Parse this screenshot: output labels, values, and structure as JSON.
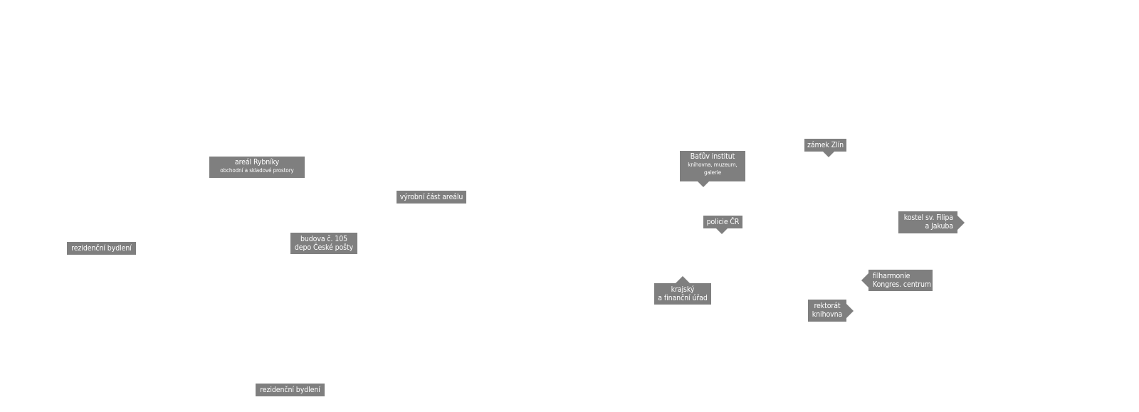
{
  "labels": {
    "areal_rybniky": {
      "title": "areál Rybníky",
      "subtitle": "obchodní a skladové prostory"
    },
    "vyrobni_cast": {
      "title": "výrobní část areálu"
    },
    "rezidencni_1": {
      "title": "rezidenční bydlení"
    },
    "budova_105": {
      "line1": "budova č. 105",
      "line2": "depo České pošty"
    },
    "rezidencni_2": {
      "title": "rezidenční bydlení"
    },
    "batuv_institut": {
      "title": "Baťův institut",
      "subtitle1": "knihovna, muzeum,",
      "subtitle2": "galerie"
    },
    "zamek_zlin": {
      "title": "zámek Zlín"
    },
    "policie": {
      "title": "policie ČR"
    },
    "kostel": {
      "line1": "kostel sv. Filipa",
      "line2": "a Jakuba"
    },
    "filharmonie": {
      "line1": "filharmonie",
      "line2": "Kongres. centrum"
    },
    "krajsky": {
      "line1": "krajský",
      "line2": "a finanční úřad"
    },
    "rektorat": {
      "line1": "rektorát",
      "line2": "knihovna"
    }
  },
  "colors": {
    "label_bg": "#7f7f7f",
    "label_text": "#ffffff",
    "background": "#ffffff"
  }
}
